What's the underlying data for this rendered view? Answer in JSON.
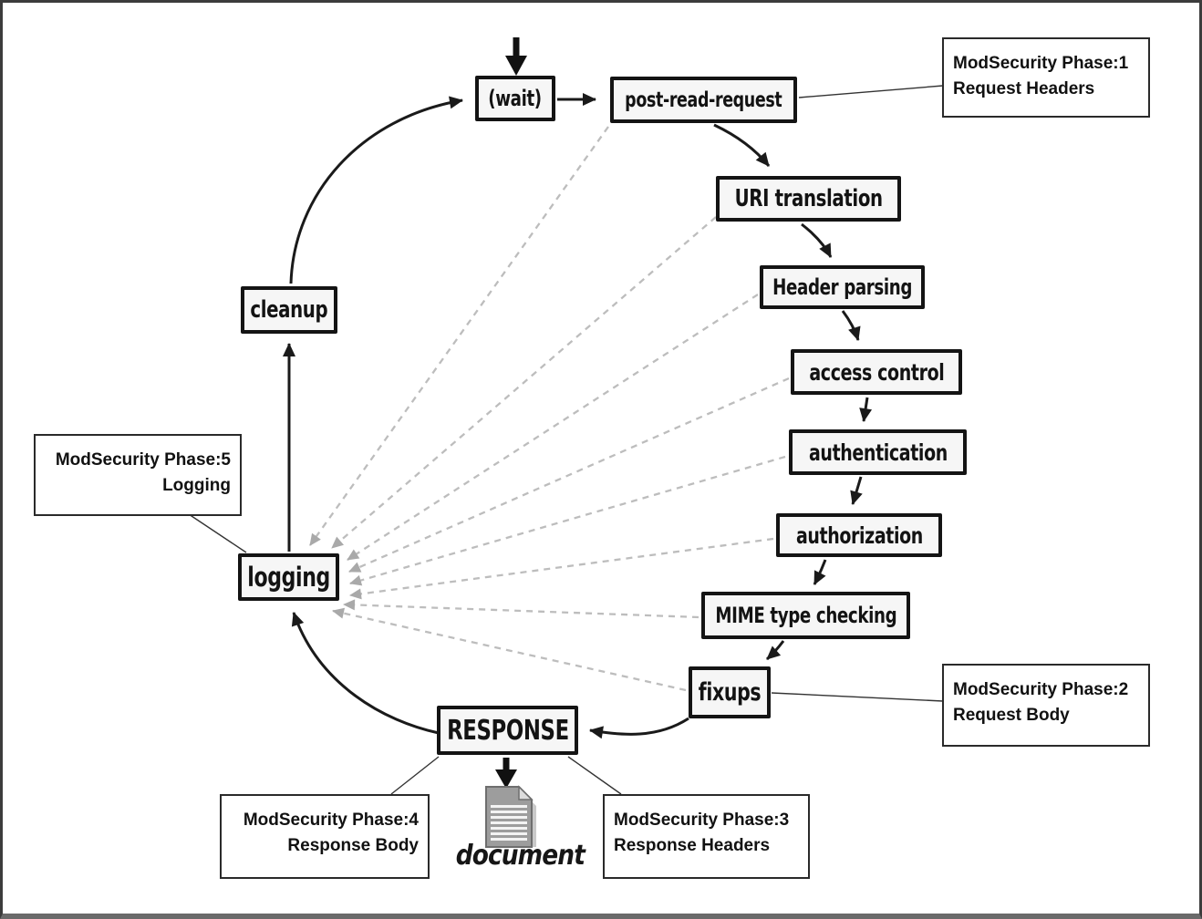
{
  "diagram": {
    "flow_order": [
      "(wait)",
      "post-read-request",
      "URI translation",
      "Header parsing",
      "access control",
      "authentication",
      "authorization",
      "MIME type checking",
      "fixups",
      "RESPONSE",
      "logging",
      "cleanup"
    ]
  },
  "nodes": {
    "wait": {
      "label": "(wait)"
    },
    "post_read_request": {
      "label": "post-read-request"
    },
    "uri_translation": {
      "label": "URI translation"
    },
    "header_parsing": {
      "label": "Header parsing"
    },
    "access_control": {
      "label": "access control"
    },
    "authentication": {
      "label": "authentication"
    },
    "authorization": {
      "label": "authorization"
    },
    "mime_type_checking": {
      "label": "MIME type checking"
    },
    "fixups": {
      "label": "fixups"
    },
    "response": {
      "label": "RESPONSE"
    },
    "logging": {
      "label": "logging"
    },
    "cleanup": {
      "label": "cleanup"
    },
    "document": {
      "label": "document"
    }
  },
  "annotations": {
    "phase1": {
      "line1": "ModSecurity Phase:1",
      "line2": "Request Headers"
    },
    "phase2": {
      "line1": "ModSecurity Phase:2",
      "line2": "Request Body"
    },
    "phase3": {
      "line1": "ModSecurity Phase:3",
      "line2": "Response Headers"
    },
    "phase4": {
      "line1": "ModSecurity Phase:4",
      "line2": "Response Body"
    },
    "phase5": {
      "line1": "ModSecurity Phase:5",
      "line2": "Logging"
    }
  },
  "icons": {
    "document_icon": "document-page-icon"
  },
  "colors": {
    "node_border": "#141414",
    "node_fill": "#f6f6f6",
    "flow_arrow": "#1a1a1a",
    "dashed_connector": "#bdbdbd",
    "dashed_arrowhead": "#a9a9a9",
    "annotation_border": "#2a2a2a",
    "background": "#ffffff"
  }
}
